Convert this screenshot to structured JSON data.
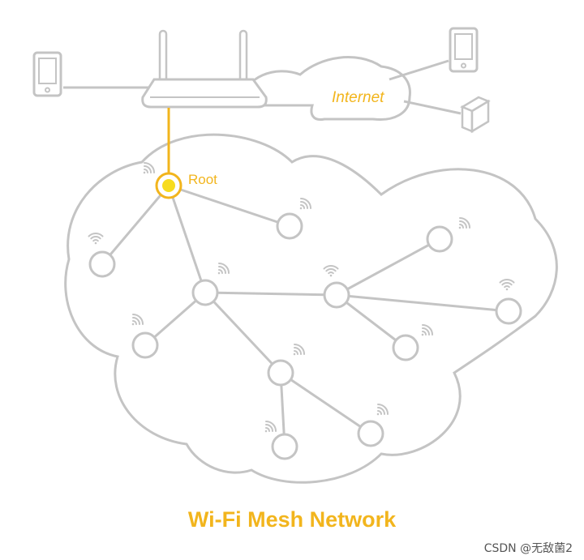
{
  "labels": {
    "root": "Root",
    "internet": "Internet",
    "title": "Wi-Fi Mesh Network"
  },
  "watermark": "CSDN @无敌菌2",
  "colors": {
    "line": "#c4c4c4",
    "accent": "#f2b51d",
    "root_fill": "#f7dc1e",
    "watermark": "#555555"
  },
  "icons": {
    "router": "router-icon",
    "phone": "smartphone-icon",
    "device": "network-device-icon",
    "cloud": "cloud-icon",
    "wifi": "wifi-signal-icon"
  }
}
